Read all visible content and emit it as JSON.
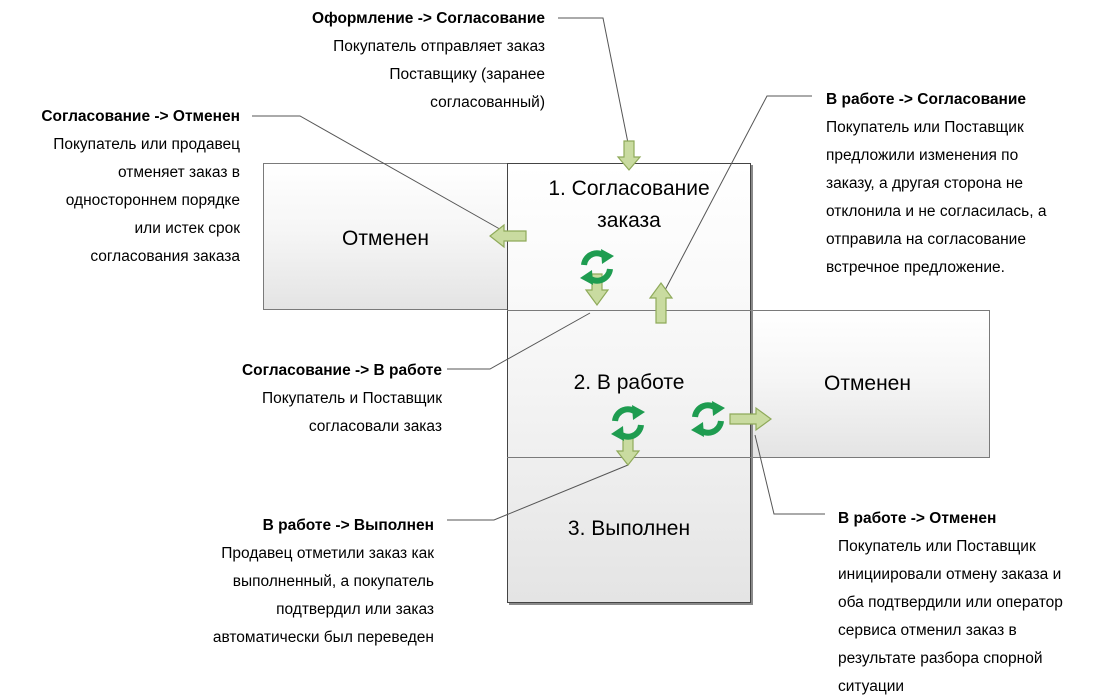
{
  "states": {
    "agreement": "1. Согласование\nзаказа",
    "in_work": "2. В работе",
    "done": "3. Выполнен",
    "cancelled_left": "Отменен",
    "cancelled_right": "Отменен"
  },
  "notes": {
    "draft_to_agreement": {
      "title": "Оформление -> Согласование",
      "body": "Покупатель отправляет заказ\nПоставщику (заранее\nсогласованный)"
    },
    "agreement_to_cancelled": {
      "title": "Согласование -> Отменен",
      "body": "Покупатель или продавец\nотменяет заказ в\nодностороннем порядке\nили истек срок\nсогласования заказа"
    },
    "inwork_to_agreement": {
      "title": "В работе -> Согласование",
      "body": "Покупатель или Поставщик\nпредложили изменения по\nзаказу, а другая сторона не\nотклонила и не согласилась, а\nотправила на согласование\nвстречное предложение."
    },
    "agreement_to_inwork": {
      "title": "Согласование -> В работе",
      "body": "Покупатель и Поставщик\nсогласовали заказ"
    },
    "inwork_to_done": {
      "title": "В работе -> Выполнен",
      "body": "Продавец отметили заказ как\nвыполненный, а покупатель\nподтвердил или заказ\nавтоматически был переведен"
    },
    "inwork_to_cancelled": {
      "title": "В работе -> Отменен",
      "body": "Покупатель или Поставщик\nинициировали отмену заказа и\nоба подтвердили или оператор\nсервиса отменил заказ в\nрезультате разбора спорной\nситуации"
    }
  },
  "colors": {
    "arrow_fill": "#c9dba0",
    "arrow_stroke": "#8faa5a",
    "cycle": "#1e9c50",
    "leader": "#555555"
  },
  "icons": [
    "arrow-down-icon",
    "arrow-left-icon",
    "arrow-up-icon",
    "arrow-right-icon",
    "refresh-cycle-icon"
  ]
}
